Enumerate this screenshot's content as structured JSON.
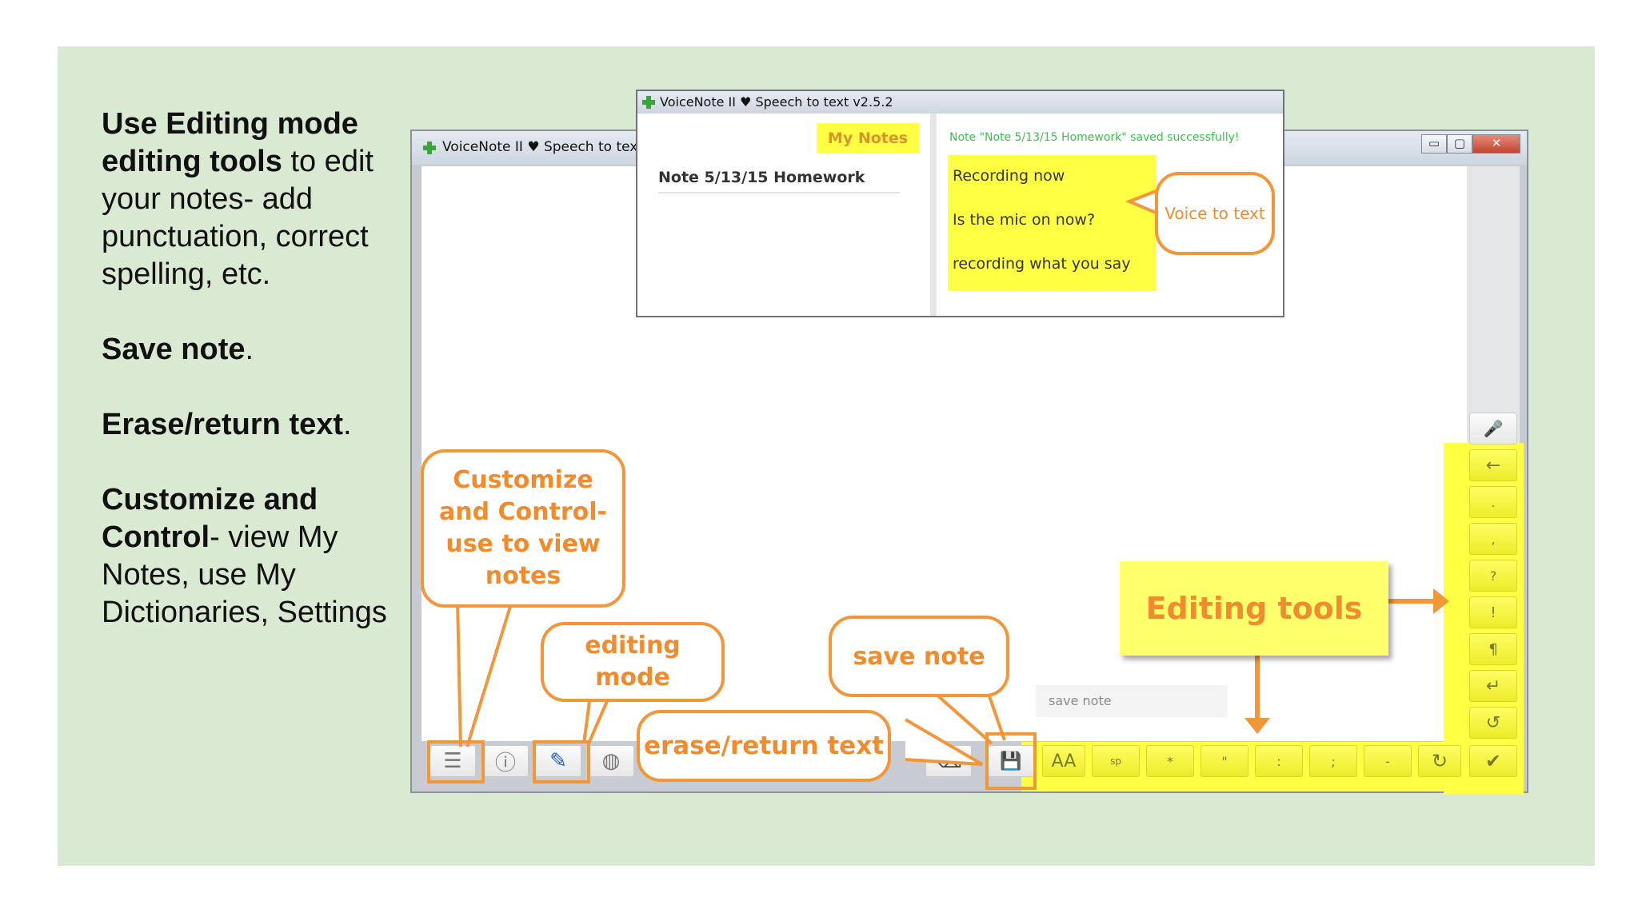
{
  "slide": {
    "left_text": {
      "p1_bold": "Use Editing mode editing tools",
      "p1_rest": " to edit your notes- add punctuation, correct spelling, etc.",
      "p2_bold": "Save note",
      "p2_rest": ".",
      "p3_bold": "Erase/return text",
      "p3_rest": ".",
      "p4_bold": "Customize and Control",
      "p4_rest": "- view My Notes, use My Dictionaries, Settings"
    }
  },
  "main_window": {
    "title": "VoiceNote II ♥ Speech to text v2",
    "controls": {
      "minimize": "▭",
      "maximize": "▢",
      "close": "✕"
    },
    "toolbar": {
      "menu_icon": "☰",
      "info_icon": "ⓘ",
      "edit_icon": "✎",
      "globe_icon": "◍",
      "erase_icon": "⌫",
      "save_icon": "💾",
      "font_label": "AA",
      "space_label": "sp",
      "asterisk": "*",
      "quote": "\"",
      "colon": ":",
      "semicolon": ";",
      "dash": "-",
      "redo_icon": "↻",
      "check_icon": "✔"
    },
    "right_tools": {
      "mic_icon": "🎤",
      "backspace": "←",
      "period": ".",
      "comma": ",",
      "question": "?",
      "exclamation": "!",
      "paragraph": "¶",
      "enter": "↵",
      "undo_icon": "↺"
    },
    "save_tooltip": "save note"
  },
  "popup_window": {
    "title": "VoiceNote II ♥ Speech to text v2.5.2",
    "my_notes_tab": "My Notes",
    "note_item": "Note 5/13/15 Homework",
    "saved_message": "Note \"Note 5/13/15 Homework\" saved successfully!",
    "lines": [
      "Recording now",
      "Is the mic on now?",
      "recording what you say"
    ]
  },
  "callouts": {
    "voice_to_text": "Voice to text",
    "customize": "Customize and Control- use to view notes",
    "editing_mode": "editing mode",
    "save_note": "save note",
    "erase_return": "erase/return text",
    "editing_tools": "Editing tools"
  },
  "colors": {
    "slide_bg": "#d9e9d2",
    "highlight": "#ffff44",
    "callout_orange": "#f2963a"
  }
}
